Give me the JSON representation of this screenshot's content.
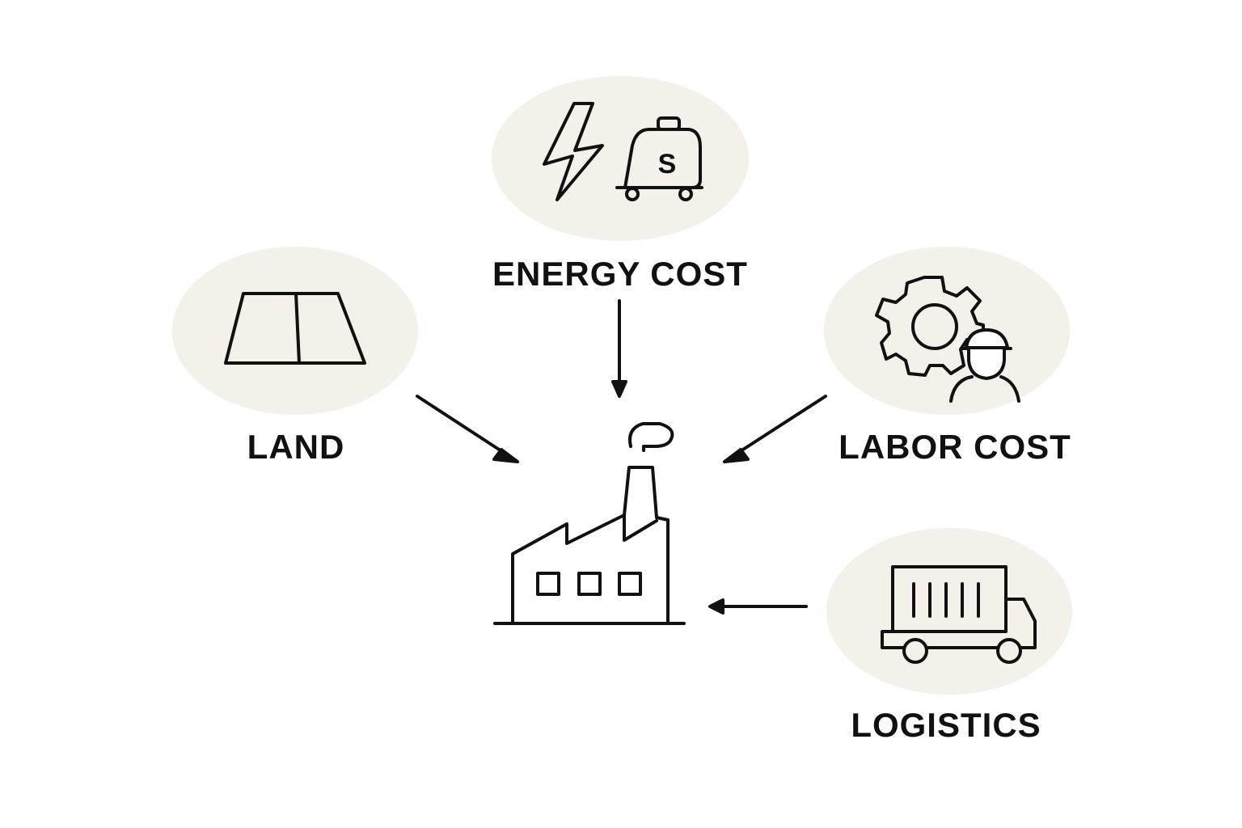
{
  "diagram": {
    "center_node": {
      "icon": "factory-icon"
    },
    "nodes": [
      {
        "id": "energy",
        "label": "ENERGY COST",
        "icons": [
          "lightning-icon",
          "money-bag-icon"
        ]
      },
      {
        "id": "land",
        "label": "LAND",
        "icons": [
          "land-plot-icon"
        ]
      },
      {
        "id": "labor",
        "label": "LABOR COST",
        "icons": [
          "gear-icon",
          "worker-icon"
        ]
      },
      {
        "id": "logistics",
        "label": "LOGISTICS",
        "icons": [
          "truck-icon"
        ]
      }
    ],
    "money_glyph": "S",
    "colors": {
      "node_background": "#f4f0ea",
      "stroke": "#111111",
      "page_background": "#ffffff"
    }
  }
}
